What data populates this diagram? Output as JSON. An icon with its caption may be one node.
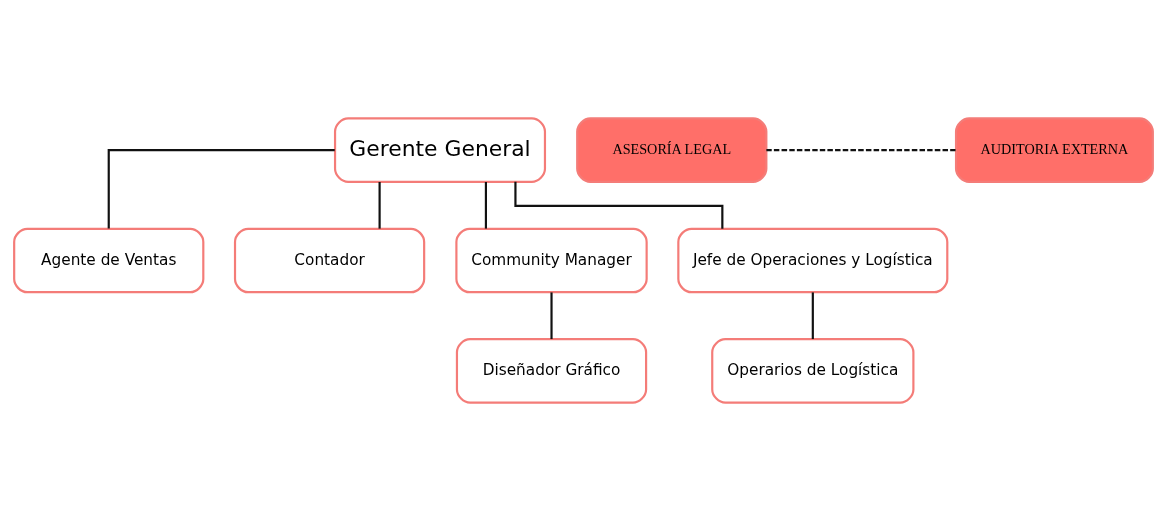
{
  "diagram": {
    "nodes": [
      {
        "text": [
          "Gerente General"
        ]
      },
      {
        "text": [
          "ASESORÍA LEGAL"
        ]
      },
      {
        "text": [
          "AUDITORIA EXTERNA"
        ]
      },
      {
        "text": [
          "Agente de Ventas"
        ]
      },
      {
        "text": [
          "Contador"
        ]
      },
      {
        "text": [
          "Community Manager"
        ]
      },
      {
        "text": [
          "Jefe de Operaciones y Logística"
        ]
      },
      {
        "text": [
          "Diseñador Gráfico"
        ]
      },
      {
        "text": [
          "Operarios de Logística"
        ]
      }
    ],
    "edges": [
      {
        "from": 1,
        "to": 2,
        "arrow": "none",
        "style": "dashed"
      },
      {
        "from": 0,
        "to": 3,
        "arrow": "none"
      },
      {
        "from": 0,
        "to": 4,
        "arrow": "none"
      },
      {
        "from": 0,
        "to": 5,
        "arrow": "none"
      },
      {
        "from": 0,
        "to": 6,
        "arrow": "none"
      },
      {
        "from": 5,
        "to": 7,
        "arrow": "none"
      },
      {
        "from": 6,
        "to": 8,
        "arrow": "none"
      }
    ]
  }
}
